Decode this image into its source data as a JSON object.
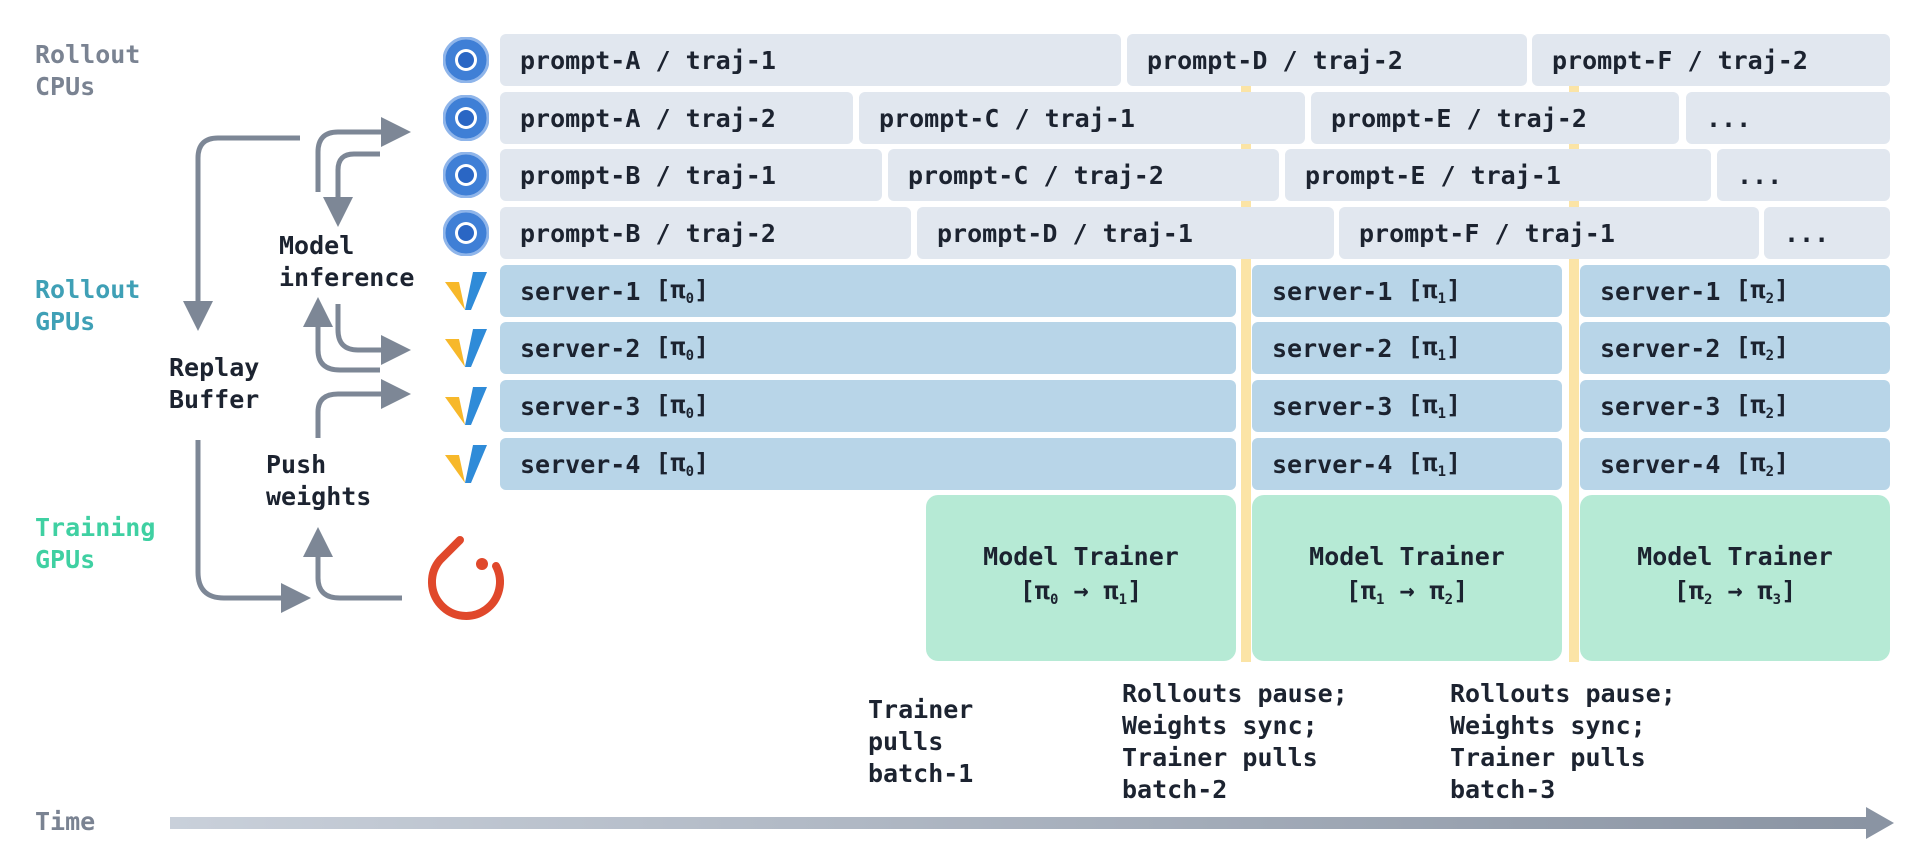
{
  "section_labels": {
    "rollout_cpus": [
      "Rollout",
      "CPUs"
    ],
    "rollout_gpus": [
      "Rollout",
      "GPUs"
    ],
    "training_gpus": [
      "Training",
      "GPUs"
    ]
  },
  "flow_labels": {
    "model_inference": [
      "Model",
      "inference"
    ],
    "replay_buffer": [
      "Replay",
      "Buffer"
    ],
    "push_weights": [
      "Push",
      "weights"
    ]
  },
  "cpu_rows": [
    [
      "prompt-A / traj-1",
      "prompt-D / traj-2",
      "prompt-F / traj-2"
    ],
    [
      "prompt-A / traj-2",
      "prompt-C / traj-1",
      "prompt-E / traj-2",
      "..."
    ],
    [
      "prompt-B / traj-1",
      "prompt-C / traj-2",
      "prompt-E / traj-1",
      "..."
    ],
    [
      "prompt-B / traj-2",
      "prompt-D / traj-1",
      "prompt-F / traj-1",
      "..."
    ]
  ],
  "gpu_rows": [
    {
      "server": "server-1",
      "policies": [
        "0",
        "1",
        "2"
      ]
    },
    {
      "server": "server-2",
      "policies": [
        "0",
        "1",
        "2"
      ]
    },
    {
      "server": "server-3",
      "policies": [
        "0",
        "1",
        "2"
      ]
    },
    {
      "server": "server-4",
      "policies": [
        "0",
        "1",
        "2"
      ]
    }
  ],
  "trainers": [
    {
      "title": "Model Trainer",
      "from": "0",
      "to": "1"
    },
    {
      "title": "Model Trainer",
      "from": "1",
      "to": "2"
    },
    {
      "title": "Model Trainer",
      "from": "2",
      "to": "3"
    }
  ],
  "notes": {
    "n1": "Trainer\npulls\nbatch-1",
    "n2": "Rollouts pause;\nWeights sync;\nTrainer pulls\nbatch-2",
    "n3": "Rollouts pause;\nWeights sync;\nTrainer pulls\nbatch-3"
  },
  "time_label": "Time",
  "pi": "π",
  "arrow_glyph": "→",
  "icons": {
    "cpu": "chrome-icon",
    "gpu": "vllm-icon",
    "trainer": "pytorch-icon"
  },
  "colors": {
    "cpu_cell": "#e1e7ef",
    "gpu_cell": "#b8d5e8",
    "trainer": "#b6ead5",
    "sync_bar": "#fbe4a6",
    "arrow": "#7d8796"
  }
}
